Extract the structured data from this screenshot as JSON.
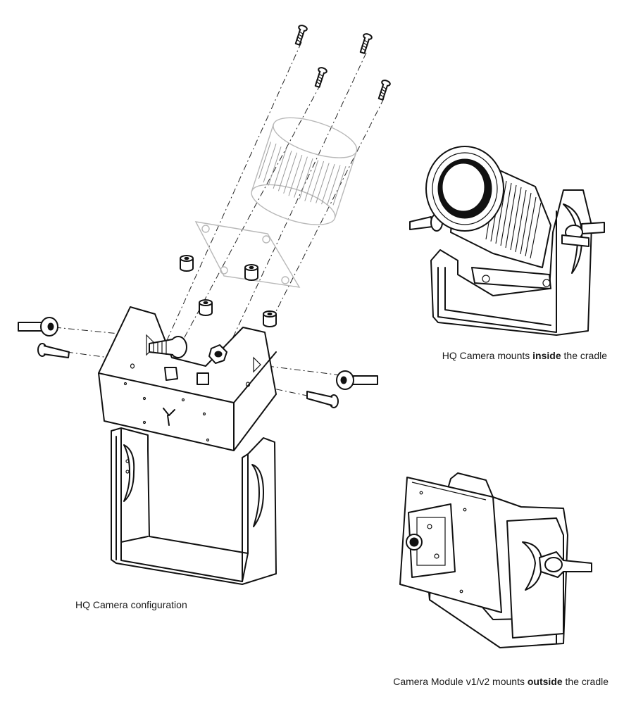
{
  "captions": {
    "hq_config": "HQ Camera configuration",
    "hq_inside": {
      "before": "HQ Camera mounts ",
      "bold": "inside",
      "after": " the cradle"
    },
    "cm_outside": {
      "before": "Camera Module v1/v2 mounts ",
      "bold": "outside",
      "after": " the cradle"
    }
  },
  "icons": {
    "screw": "screw-icon",
    "standoff": "standoff-icon",
    "wing_screw": "wing-screw-icon",
    "bolt": "bolt-icon",
    "lens": "camera-lens-icon"
  }
}
